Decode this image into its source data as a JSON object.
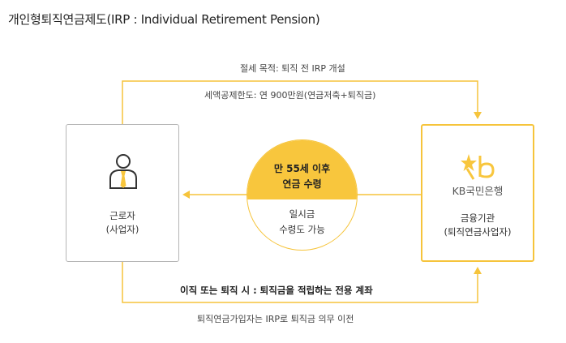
{
  "title": "개인형퇴직연금제도(IRP : Individual Retirement Pension)",
  "top_flow": {
    "heading": "절세 목적: 퇴직 전 IRP 개설",
    "subtext": "세액공제한도: 연 900만원(연금저축+퇴직금)"
  },
  "bottom_flow": {
    "heading": "이직 또는 퇴직 시 : 퇴직금을 적립하는 전용 계좌",
    "subtext": "퇴직연금가입자는 IRP로 퇴직금 의무 이전"
  },
  "worker": {
    "line1": "근로자",
    "line2": "(사업자)",
    "icon": "person-icon"
  },
  "bank": {
    "logo_text": "KB국민은행",
    "line1": "금융기관",
    "line2": "(퇴직연금사업자)",
    "icon": "kb-star-icon"
  },
  "center": {
    "top_line1": "만 55세 이후",
    "top_line2": "연금 수령",
    "bottom_line1": "일시금",
    "bottom_line2": "수령도 가능"
  },
  "colors": {
    "accent": "#f8c63d",
    "line": "#f6c43b",
    "border": "#b5b5b5"
  }
}
